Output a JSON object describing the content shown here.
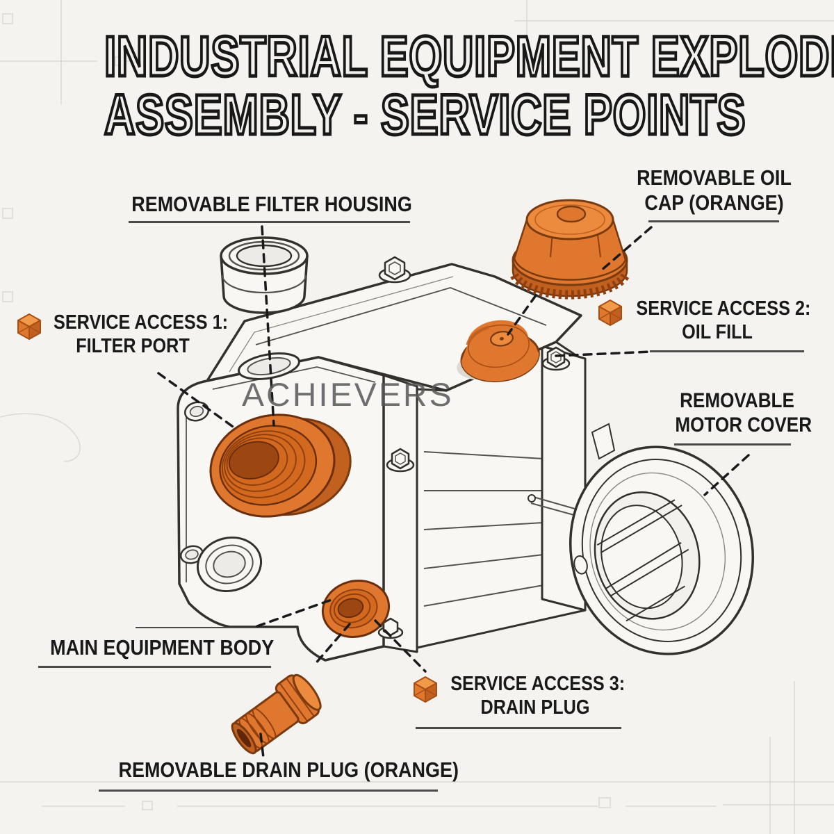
{
  "title": {
    "line1": "INDUSTRIAL EQUIPMENT EXPLODED",
    "line2": "ASSEMBLY - SERVICE POINTS"
  },
  "watermark": "ACHIEVERS",
  "callouts": {
    "filter_housing": {
      "label": "REMOVABLE FILTER HOUSING"
    },
    "oil_cap": {
      "line1": "REMOVABLE OIL",
      "line2": "CAP (ORANGE)"
    },
    "service_access_1": {
      "line1": "SERVICE ACCESS 1:",
      "line2": "FILTER PORT",
      "icon": "orange-cube-marker"
    },
    "service_access_2": {
      "line1": "SERVICE ACCESS 2:",
      "line2": "OIL FILL",
      "icon": "orange-cube-marker"
    },
    "motor_cover": {
      "line1": "REMOVABLE",
      "line2": "MOTOR COVER"
    },
    "main_body": {
      "label": "MAIN EQUIPMENT BODY"
    },
    "service_access_3": {
      "line1": "SERVICE ACCESS 3:",
      "line2": "DRAIN PLUG",
      "icon": "orange-cube-marker"
    },
    "drain_plug": {
      "label": "REMOVABLE DRAIN PLUG (ORANGE)"
    }
  },
  "colors": {
    "accent_orange": "#E0772E",
    "accent_orange_light": "#EC8B3E",
    "accent_orange_dark": "#C2601F",
    "accent_orange_deep": "#8F3F10",
    "line_art": "#34302C",
    "background": "#F4F3F0",
    "label_text": "#191919",
    "watermark_gray": "#575757"
  }
}
